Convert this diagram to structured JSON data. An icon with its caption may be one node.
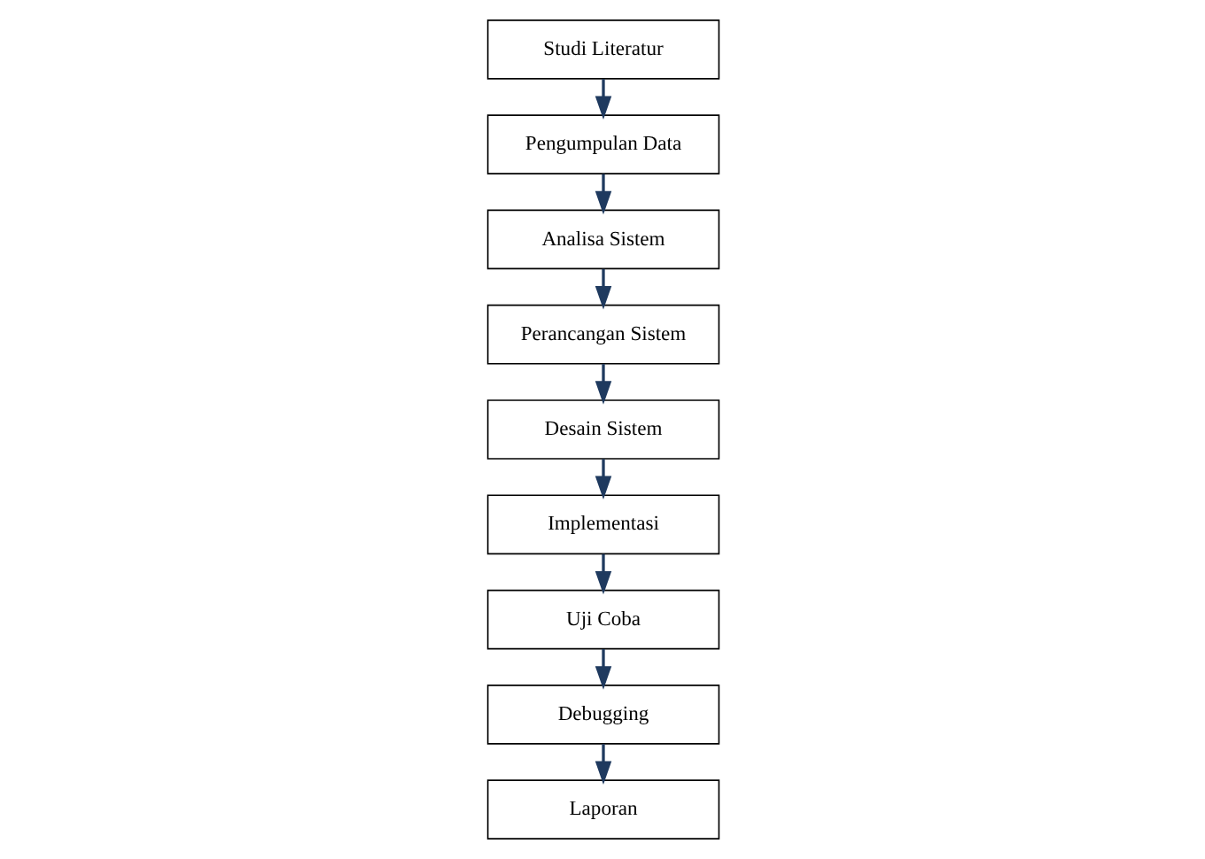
{
  "diagram": {
    "nodes": [
      {
        "text": [
          "Studi Literatur"
        ]
      },
      {
        "text": [
          "Pengumpulan Data"
        ]
      },
      {
        "text": [
          "Analisa Sistem"
        ]
      },
      {
        "text": [
          "Perancangan Sistem"
        ]
      },
      {
        "text": [
          "Desain Sistem"
        ]
      },
      {
        "text": [
          "Implementasi"
        ]
      },
      {
        "text": [
          "Uji Coba"
        ]
      },
      {
        "text": [
          "Debugging"
        ]
      },
      {
        "text": [
          "Laporan"
        ]
      }
    ],
    "edges": [
      {
        "from": 0,
        "to": 1,
        "arrow": "to"
      },
      {
        "from": 1,
        "to": 2,
        "arrow": "to"
      },
      {
        "from": 2,
        "to": 3,
        "arrow": "to"
      },
      {
        "from": 3,
        "to": 4,
        "arrow": "to"
      },
      {
        "from": 4,
        "to": 5,
        "arrow": "to"
      },
      {
        "from": 5,
        "to": 6,
        "arrow": "to"
      },
      {
        "from": 6,
        "to": 7,
        "arrow": "to"
      },
      {
        "from": 7,
        "to": 8,
        "arrow": "to"
      }
    ]
  }
}
